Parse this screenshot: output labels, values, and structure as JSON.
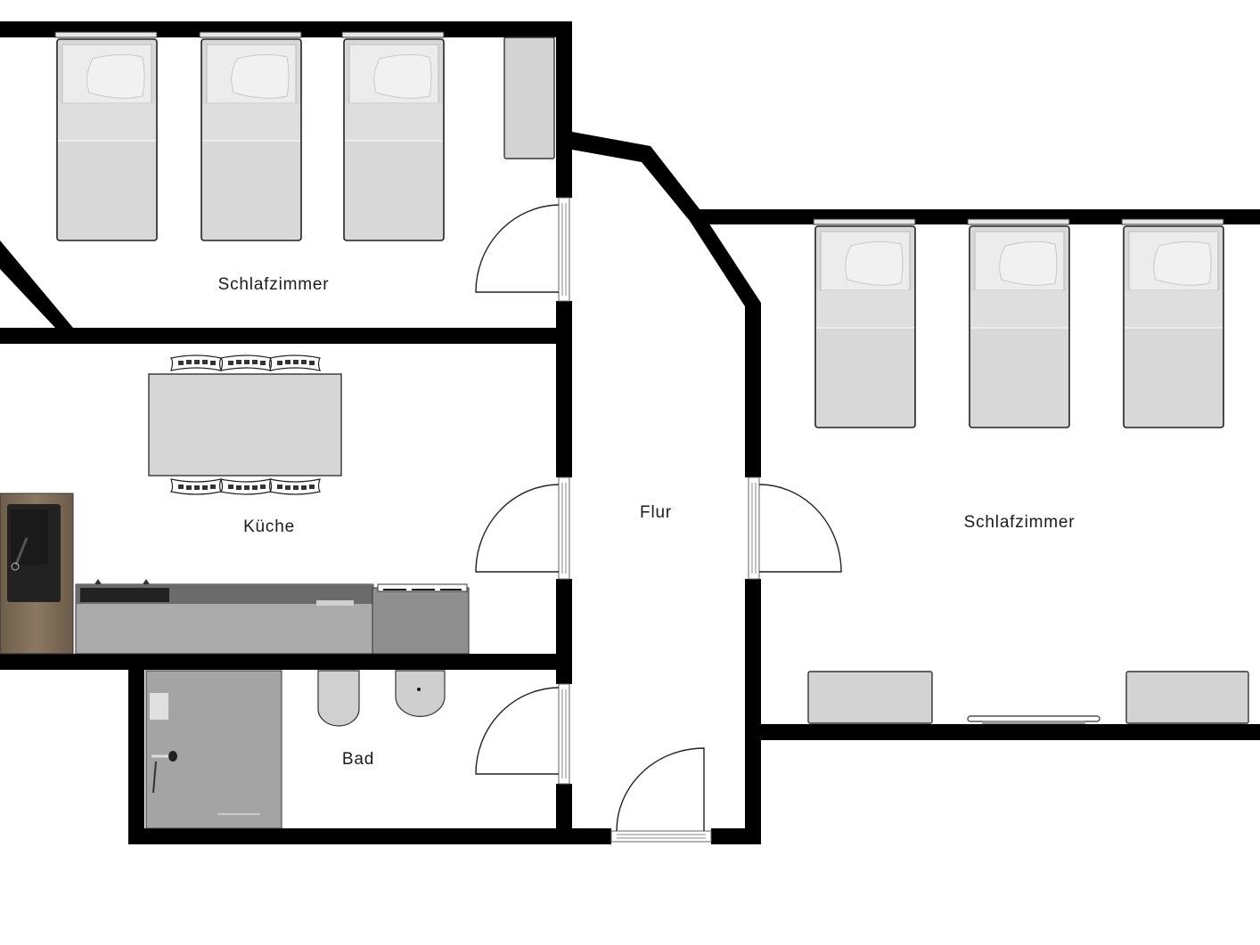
{
  "plan": {
    "type": "floor-plan",
    "colors": {
      "wall": "#000000",
      "furniture_light": "#d8d8d8",
      "counter_gray": "#a9a9a9",
      "counter_top": "#6b6b6b",
      "fridge_gray": "#8e8e8e",
      "wood": "#7a6a55",
      "sink_black": "#222222",
      "shower_gray": "#a4a4a4",
      "background": "#ffffff"
    },
    "rooms": [
      {
        "id": "bedroom-1",
        "label": "Schlafzimmer",
        "beds": 3,
        "wardrobes": 1
      },
      {
        "id": "kitchen",
        "label": "Küche",
        "table_seats": 6
      },
      {
        "id": "bathroom",
        "label": "Bad",
        "fixtures": [
          "shower",
          "toilet",
          "washbasin"
        ]
      },
      {
        "id": "hallway",
        "label": "Flur"
      },
      {
        "id": "bedroom-2",
        "label": "Schlafzimmer",
        "beds": 3,
        "cabinets": 2,
        "shelves": 1
      }
    ],
    "doors": [
      {
        "id": "door-bedroom-1",
        "connects": "Flur–Schlafzimmer"
      },
      {
        "id": "door-kitchen",
        "connects": "Flur–Küche"
      },
      {
        "id": "door-bathroom",
        "connects": "Flur–Bad"
      },
      {
        "id": "door-bedroom-2",
        "connects": "Flur–Schlafzimmer"
      },
      {
        "id": "door-entrance",
        "connects": "Flur–Außen"
      }
    ]
  }
}
